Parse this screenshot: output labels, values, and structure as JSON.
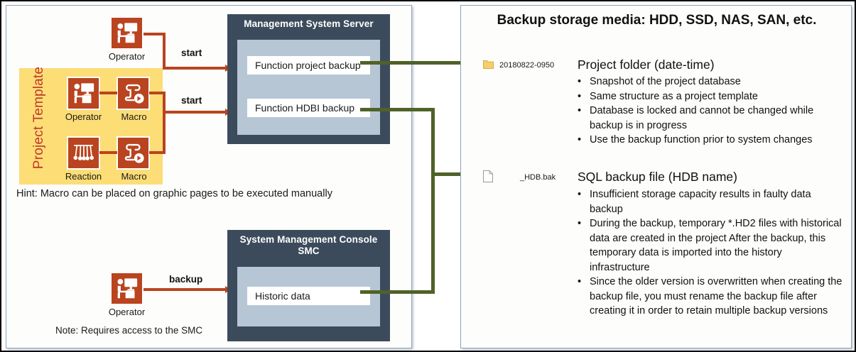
{
  "diagram": {
    "left_panel": {
      "project_template": {
        "label": "Project Template"
      },
      "icons": [
        {
          "name": "operator-top",
          "caption": "Operator",
          "icon": "operator-workstation-icon"
        },
        {
          "name": "operator-template",
          "caption": "Operator",
          "icon": "operator-workstation-icon"
        },
        {
          "name": "macro-upper",
          "caption": "Macro",
          "icon": "macro-script-play-icon"
        },
        {
          "name": "reaction",
          "caption": "Reaction",
          "icon": "newtons-cradle-icon"
        },
        {
          "name": "macro-lower",
          "caption": "Macro",
          "icon": "macro-script-play-icon"
        },
        {
          "name": "operator-smc",
          "caption": "Operator",
          "icon": "operator-workstation-icon"
        }
      ],
      "server": {
        "title": "Management System Server",
        "functions": [
          "Function project backup",
          "Function HDBI backup"
        ]
      },
      "smc": {
        "title_line1": "System Management Console",
        "title_line2": "SMC",
        "functions": [
          "Historic data"
        ]
      },
      "connector_labels": {
        "start_top": "start",
        "start_bottom": "start",
        "backup": "backup"
      },
      "hint": "Hint: Macro can be placed on graphic pages to be executed manually",
      "note": "Note: Requires access to the SMC"
    },
    "right_panel": {
      "title": "Backup storage media: HDD, SSD, NAS, SAN, etc.",
      "results": [
        {
          "icon": "folder-icon",
          "file_label": "20180822-0950",
          "heading": "Project folder (date-time)",
          "bullets": [
            "Snapshot of the project database",
            "Same structure as a project template",
            "Database is locked and cannot be changed while backup is in progress",
            "Use the backup function prior to system changes"
          ]
        },
        {
          "icon": "document-icon",
          "file_label": "_HDB.bak",
          "heading": "SQL backup file (HDB name)",
          "bullets": [
            "Insufficient storage capacity results in faulty data backup",
            "During the backup, temporary *.HD2 files with historical data are created in the project After the backup, this temporary data is imported into the history infrastructure",
            "Since the older version is overwritten when creating the backup file, you must rename the backup file after creating it in order to retain multiple backup versions"
          ]
        }
      ]
    },
    "colors": {
      "server_box": "#3c4b5c",
      "server_inner": "#b7c6d5",
      "icon_tile": "#b9441f",
      "template_bg": "#fcdd76",
      "template_text": "#c0392b",
      "red_connector": "#b9441f",
      "green_connector": "#4f6228",
      "folder": "#f5cf6b"
    }
  }
}
